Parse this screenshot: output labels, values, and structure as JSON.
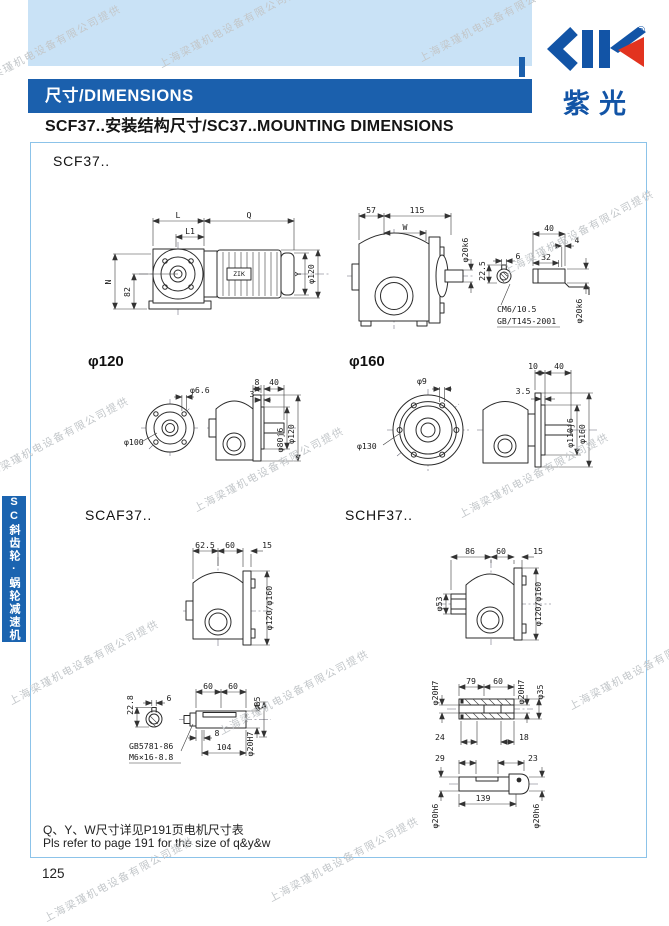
{
  "brand": {
    "logo_text": "ZIK",
    "registered_mark": "®",
    "logo_chinese": "紫光"
  },
  "header": {
    "bar_title": "尺寸/DIMENSIONS",
    "page_title": "SCF37..安装结构尺寸/SC37..MOUNTING DIMENSIONS"
  },
  "sidebar": {
    "label": "SC斜齿轮·蜗轮减速机"
  },
  "watermark": {
    "text": "上海梁瑾机电设备有限公司提供"
  },
  "footer": {
    "page_number": "125"
  },
  "notes": {
    "cn": "Q、Y、W尺寸详见P191页电机尺寸表",
    "en": "Pls refer to page 191 for the size of q&y&w"
  },
  "drawings": {
    "scf37": {
      "label": "SCF37..",
      "motor_logo": "ZIK",
      "dim_L": "L",
      "dim_Q": "Q",
      "dim_L1": "L1",
      "dim_N": "N",
      "dim_82": "82",
      "dim_Y": "Y",
      "dim_d120": "φ120",
      "dim_57": "57",
      "dim_115": "115",
      "dim_W": "W",
      "dim_shaft": "φ20k6",
      "detail": {
        "dim_225": "22.5",
        "dim_6": "6",
        "dim_40": "40",
        "dim_4": "4",
        "dim_32": "32",
        "dim_shaft": "φ20k6",
        "center_hole": "CM6/10.5",
        "standard": "GB/T145-2001"
      }
    },
    "flange120": {
      "label": "φ120",
      "dim_hole": "φ6.6",
      "dim_bolt_circle": "φ100",
      "dim_8": "8",
      "dim_40": "40",
      "dim_3": "3",
      "dim_spigot": "φ80j6",
      "dim_od": "φ120"
    },
    "flange160": {
      "label": "φ160",
      "dim_hole": "φ9",
      "dim_bolt_circle": "φ130",
      "dim_10": "10",
      "dim_40": "40",
      "dim_35": "3.5",
      "dim_spigot": "φ110j6",
      "dim_od": "φ160"
    },
    "scaf37": {
      "label": "SCAF37..",
      "dim_625": "62.5",
      "dim_60": "60",
      "dim_15": "15",
      "dim_od": "φ120/φ160"
    },
    "schf37": {
      "label": "SCHF37..",
      "dim_86": "86",
      "dim_60": "60",
      "dim_15": "15",
      "dim_bore": "φ53",
      "dim_od": "φ120/φ160"
    },
    "output_shaft": {
      "dim_228": "22.8",
      "dim_6": "6",
      "dim_60a": "60",
      "dim_60b": "60",
      "dim_d35": "φ35",
      "dim_8": "8",
      "dim_104": "104",
      "dim_bore": "φ20H7",
      "bolt_standard": "GB5781-86",
      "bolt_spec": "M6×16-8.8"
    },
    "hollow_shaft": {
      "dim_bore_left": "φ20H7",
      "dim_79": "79",
      "dim_60": "60",
      "dim_bore_right": "φ20H7",
      "dim_d35": "φ35",
      "dim_24": "24",
      "dim_18": "18"
    },
    "solid_shaft": {
      "dim_29": "29",
      "dim_23": "23",
      "dim_139": "139",
      "dim_left": "φ20h6",
      "dim_right": "φ20h6"
    }
  }
}
